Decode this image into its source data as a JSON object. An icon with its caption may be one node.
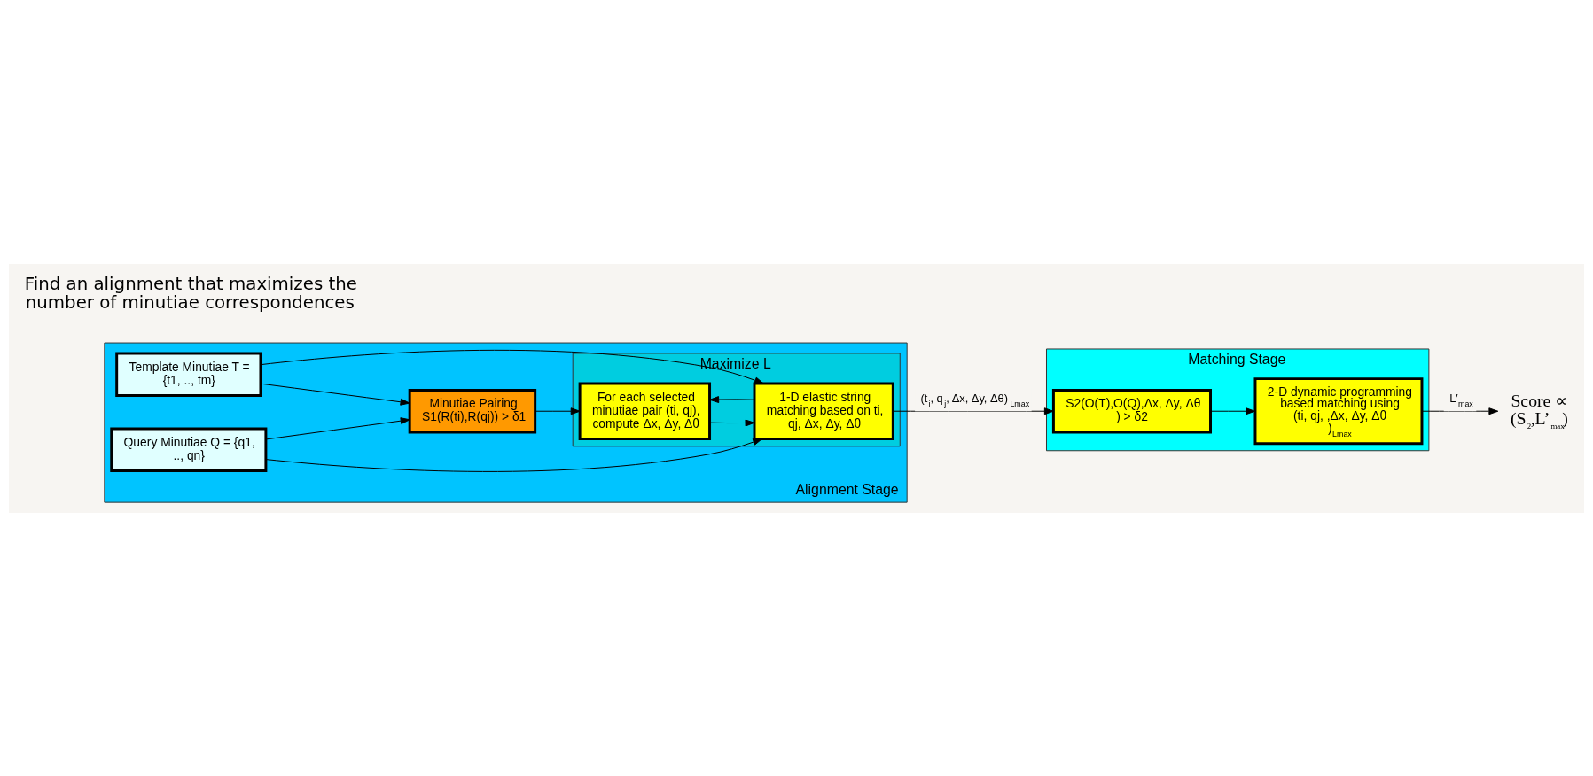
{
  "diagram": {
    "nodes": [
      {
        "text": [
          "Alignment Stage"
        ]
      },
      {
        "text": [
          "Template Minutiae T = {t1, .., tm}"
        ],
        "in": 0
      },
      {
        "text": [
          "Minutiae Pairing S1(R(ti),R(qj)) > δ1"
        ],
        "in": 0
      },
      {
        "text": [
          "Query Minutiae Q = {q1, .., qn}"
        ],
        "in": 0
      },
      {
        "text": [
          "Maximize L"
        ],
        "in": 0
      },
      {
        "text": [
          "For each selected minutiae pair (ti, qj), compute Δx, Δy, Δθ"
        ],
        "in": 4
      },
      {
        "text": [
          "1-D elastic string matching based on ti, qj, Δx, Δy, Δθ"
        ],
        "in": 4
      },
      {
        "text": [
          "Matching Stage"
        ]
      },
      {
        "text": [
          "S2(O(T),O(Q),Δx, Δy, Δθ ) > δ2"
        ],
        "in": 7
      },
      {
        "text": [
          "2-D dynamic programming based matching using (ti, qj, ,Δx, Δy, Δθ )$_{Lmax}$"
        ],
        "in": 7
      },
      {
        "text": [
          "Score ∝ (S$_{2}$,L’$_{max}$)"
        ]
      }
    ],
    "edges": [
      {
        "from": 1,
        "to": 2,
        "arrow": "to"
      },
      {
        "from": 3,
        "to": 2,
        "arrow": "to"
      },
      {
        "from": 2,
        "to": 5,
        "arrow": "to"
      },
      {
        "from": 5,
        "to": 6,
        "arrow": "to"
      },
      {
        "from": 1,
        "to": 6,
        "arrow": "to"
      },
      {
        "from": 3,
        "to": 6,
        "arrow": "to"
      },
      {
        "from": 6,
        "to": 5,
        "arrow": "to"
      },
      {
        "from": 6,
        "to": 8,
        "arrow": "to",
        "label": "(t$_{i}$, q$_{j}$, Δx, Δy, Δθ)$_{Lmax}$"
      },
      {
        "from": 8,
        "to": 9,
        "arrow": "to"
      },
      {
        "from": 9,
        "to": 10,
        "arrow": "to",
        "label": "L′$_{max}$"
      }
    ],
    "labels": [
      "Find an alignment that maximizes the number of minutiae correspondences"
    ]
  }
}
